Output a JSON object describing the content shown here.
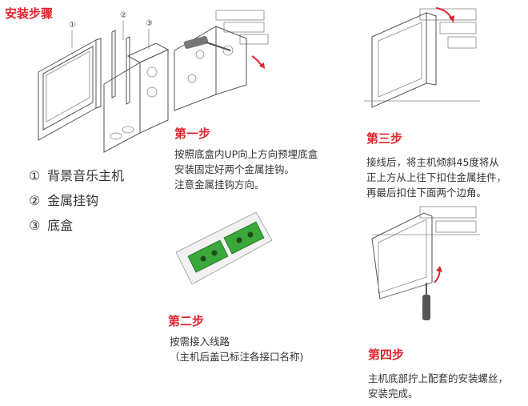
{
  "title": "安装步骤",
  "callouts": [
    "①",
    "②",
    "③"
  ],
  "legend": [
    {
      "num": "①",
      "label": "背景音乐主机"
    },
    {
      "num": "②",
      "label": "金属挂钩"
    },
    {
      "num": "③",
      "label": "底盒"
    }
  ],
  "steps": [
    {
      "title": "第一步",
      "lines": [
        "按照底盒内UP向上方向预埋底盒",
        "安装固定好两个金属挂钩。",
        "注意金属挂钩方向。"
      ]
    },
    {
      "title": "第二步",
      "lines": [
        "按需接入线路",
        "（主机后盖已标注各接口名称)"
      ]
    },
    {
      "title": "第三步",
      "lines": [
        "接线后，将主机倾斜45度将从",
        "正上方从上往下扣住金属挂件，",
        "再最后扣住下面两个边角。"
      ]
    },
    {
      "title": "第四步",
      "lines": [
        "主机底部拧上配套的安装螺丝，",
        "安装完成。"
      ]
    }
  ],
  "colors": {
    "accent": "#e0252e",
    "terminal_green": "#3aa83a"
  }
}
